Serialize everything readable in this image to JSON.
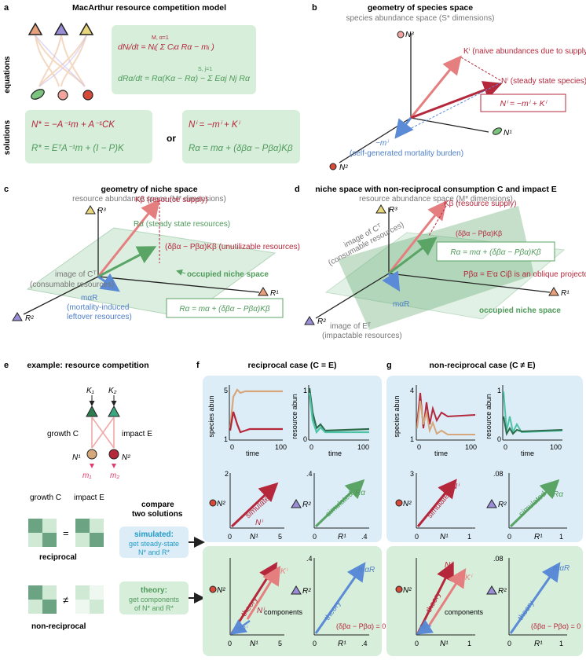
{
  "panel_labels": {
    "a": "a",
    "b": "b",
    "c": "c",
    "d": "d",
    "e": "e",
    "f": "f",
    "g": "g"
  },
  "panel_a": {
    "title": "MacArthur resource competition model",
    "side_equations": "equations",
    "side_solutions": "solutions",
    "eq1": "dNᵢ/dt = Nᵢ( Σ Cᵢα Rα − mᵢ )",
    "eq1_sum": "M, α=1",
    "eq2": "dRα/dt = Rα(Kα − Rα) − Σ Eαj Nj Rα",
    "eq2_sum": "S, j=1",
    "sol_left_1": "N* =  −A⁻¹m +  A⁻¹CK",
    "sol_left_2": "R* = EᵀA⁻¹m + (I − P)K",
    "or": "or",
    "sol_right_1": "Nⁱ =  −mⁱ +              Kⁱ",
    "sol_right_2": "Rα =     mα + (δβα − Pβα)Kβ"
  },
  "panel_b": {
    "title": "geometry of species space",
    "subtitle": "species abundance space (S* dimensions)",
    "axis_n1": "N¹",
    "axis_n2": "N²",
    "axis_n3": "N³",
    "k_label": "Kⁱ (naive abundances due to supply)",
    "n_label": "Nⁱ (steady state species)",
    "m_label": "−mⁱ",
    "m_desc": "(self-generated mortality burden)",
    "box": "Nⁱ = −mⁱ + Kⁱ"
  },
  "panel_c": {
    "title": "geometry of niche space",
    "subtitle": "resource abundance space (M* dimensions)",
    "axis_r1": "R¹",
    "axis_r2": "R²",
    "axis_r3": "R³",
    "k_label": "Kβ (resource supply)",
    "r_label": "Rα (steady state resources)",
    "p_label": "(δβα − Pβα)Kβ  (unutilizable resources)",
    "image_label": "image of Cᵀ",
    "image_sub": "(consumable resources)",
    "niche": "occupied niche space",
    "m_label": "mαR",
    "m_desc1": "(mortality-induced",
    "m_desc2": "leftover resources)",
    "box": "Rα = mα + (δβα − Pβα)Kβ"
  },
  "panel_d": {
    "title": "niche space with non-reciprocal consumption C and impact E",
    "subtitle": "resource abundance space (M* dimensions)",
    "axis_r1": "R¹",
    "axis_r2": "R²",
    "axis_r3": "R³",
    "k_label": "Kβ (resource supply)",
    "p_label": "(δβα − Pβα)Kβ",
    "box": "Rα = mα + (δβα − Pβα)Kβ",
    "proj": "Pβα = Eⁱα Ciβ is an oblique projector",
    "image_c": "image of Cᵀ",
    "image_c_sub": "(consumable resources)",
    "image_e": "image of Eᵀ",
    "image_e_sub": "(impactable resources)",
    "niche": "occupied niche space",
    "m_label": "mαR"
  },
  "panel_e": {
    "title": "example: resource competition",
    "k1": "K₁",
    "k2": "K₂",
    "growth": "growth C",
    "impact": "impact E",
    "n1": "N¹",
    "n2": "N²",
    "m1": "m₁",
    "m2": "m₂",
    "matrix_growth": "growth C",
    "matrix_impact": "impact E",
    "eq": "=",
    "neq": "≠",
    "reciprocal": "reciprocal",
    "nonreciprocal": "non-reciprocal",
    "compare1": "compare",
    "compare2": "two solutions",
    "sim_title": "simulated:",
    "sim_1": "get steady-state",
    "sim_2": "N* and R*",
    "th_title": "theory:",
    "th_1": "get components",
    "th_2": "of N* and R*"
  },
  "panel_f": {
    "title": "reciprocal case (C = E)",
    "ylab_species": "species abun",
    "ylab_resource": "resource abun",
    "xlab_time": "time",
    "ticks_x": [
      "0",
      "100"
    ],
    "ticks_species_y": [
      "1",
      "5"
    ],
    "ticks_resource_y": [
      "0",
      "1"
    ],
    "n2": "N²",
    "n1": "N¹",
    "r2": "R²",
    "r1": "R¹",
    "n_ticks": [
      "0",
      "5"
    ],
    "n_y": "2",
    "r_ticks": [
      "0",
      ".4"
    ],
    "r_y": ".4",
    "simulated": "simulated",
    "sim_n": "Nⁱ",
    "sim_r": "Rα",
    "theory": "theory",
    "th_n": "Nⁱ",
    "th_k": "Kⁱ",
    "th_m": "−mⁱ",
    "th_mr": "mαR",
    "components": "components",
    "zero": "(δβα − Pβα) = 0"
  },
  "panel_g": {
    "title": "non-reciprocal case (C ≠ E)",
    "ylab_species": "species abun",
    "ylab_resource": "resource abun",
    "xlab_time": "time",
    "ticks_x": [
      "0",
      "100"
    ],
    "ticks_species_y": [
      "1",
      "4"
    ],
    "ticks_resource_y": [
      "0",
      "1"
    ],
    "n2": "N²",
    "n1": "N¹",
    "r2": "R²",
    "r1": "R¹",
    "n_ticks": [
      "0",
      "1"
    ],
    "n_y": "3",
    "r_ticks": [
      "0",
      "1"
    ],
    "r_y": ".08",
    "simulated": "simulated",
    "sim_n": "Nⁱ",
    "sim_r": "Rα",
    "theory": "theory",
    "th_n": "Nⁱ",
    "th_k": "Kⁱ",
    "th_m": "mⁱ",
    "th_mr": "mαR",
    "components": "components",
    "zero": "(δβα − Pβα) = 0"
  },
  "colors": {
    "red": "#b5283c",
    "salmon": "#e57f7f",
    "blue": "#5b8bd6",
    "green": "#5aa466",
    "box_green": "#d7eedb",
    "box_blue": "#dcedf7",
    "tan": "#d6a77a",
    "teal": "#4fc3a8",
    "dark": "#333333"
  }
}
